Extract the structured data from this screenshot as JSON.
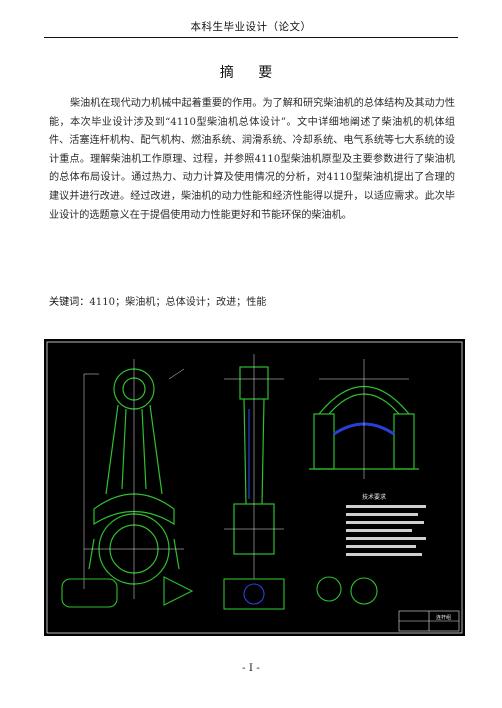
{
  "header": {
    "title": "本科生毕业设计（论文）"
  },
  "abstract": {
    "heading": "摘  要",
    "body": "柴油机在现代动力机械中起着重要的作用。为了解和研究柴油机的总体结构及其动力性能，本次毕业设计涉及到“4110型柴油机总体设计”。文中详细地阐述了柴油机的机体组件、活塞连杆机构、配气机构、燃油系统、润滑系统、冷却系统、电气系统等七大系统的设计重点。理解柴油机工作原理、过程，并参照4110型柴油机原型及主要参数进行了柴油机的总体布局设计。通过热力、动力计算及使用情况的分析，对4110型柴油机提出了合理的建议并进行改进。经过改进，柴油机的动力性能和经济性能得以提升，以适应需求。此次毕业设计的选题意义在于提倡使用动力性能更好和节能环保的柴油机。"
  },
  "keywords": {
    "label": "关键词：",
    "value": "4110；柴油机；总体设计；改进；性能"
  },
  "drawing": {
    "notes_title": "技术要求",
    "title_block": "连杆组",
    "colors": {
      "background": "#000000",
      "part": "#2fbf2f",
      "line": "#e8e8e8",
      "hatch": "#2a3fd6"
    }
  },
  "footer": {
    "page_number": "- I -"
  }
}
